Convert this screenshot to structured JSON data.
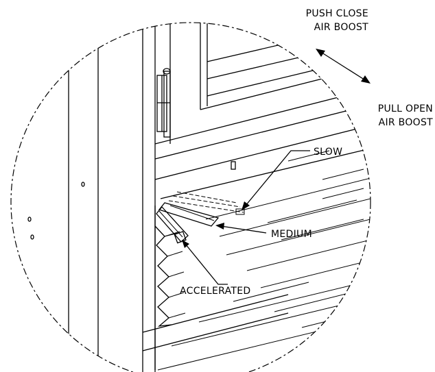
{
  "labels": {
    "push_close_1": "PUSH CLOSE",
    "push_close_2": "AIR BOOST",
    "pull_open_1": "PULL OPEN",
    "pull_open_2": "AIR BOOST",
    "slow": "SLOW",
    "medium": "MEDIUM",
    "accelerated": "ACCELERATED"
  }
}
